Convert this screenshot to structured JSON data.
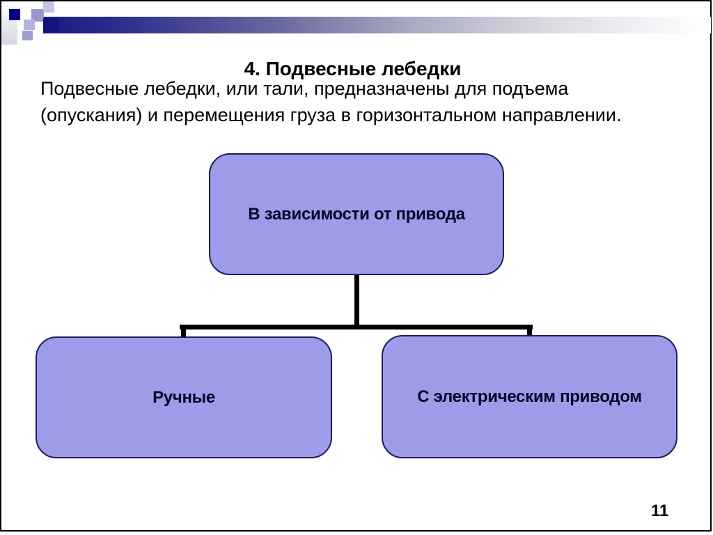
{
  "slide": {
    "title": "4. Подвесные лебедки",
    "body_text": "Подвесные лебедки, или тали, предназначены для подъема\n(опускания) и перемещения груза в горизонтальном направлении.",
    "page_number": "11"
  },
  "diagram": {
    "type": "hierarchy",
    "nodes": [
      {
        "id": "root",
        "label": "В зависимости от привода"
      },
      {
        "id": "manual",
        "label": "Ручные"
      },
      {
        "id": "electric",
        "label": "С электрическим приводом"
      }
    ],
    "edges": [
      {
        "from": "root",
        "to": "manual"
      },
      {
        "from": "root",
        "to": "electric"
      }
    ]
  },
  "colors": {
    "node_fill": "#9c9ce8",
    "node_border": "#1c1c60",
    "connector": "#000000",
    "header_bar_navy": "#191984",
    "square_navy": "#000082",
    "square_lavender": "#9898ce",
    "square_light_lavender": "#c4c4e2",
    "text": "#000000"
  }
}
